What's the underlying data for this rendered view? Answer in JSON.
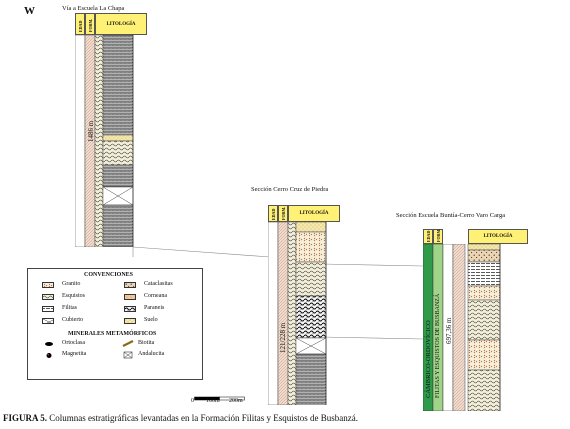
{
  "figure": {
    "orientation_label": "W",
    "caption_label": "FIGURA 5.",
    "caption_text": " Columnas estratigráficas levantadas en la Formación Filitas y Esquistos de Busbanzá."
  },
  "columns": [
    {
      "title": "Vía a Escuela La Chapa",
      "header_cells": [
        "EDAD",
        "FORM.",
        "LITOLOGÍA"
      ],
      "thickness": "1486 m"
    },
    {
      "title": "Sección Cerro Cruz de Piedra",
      "header_cells": [
        "EDAD",
        "FORM.",
        "LITOLOGÍA"
      ],
      "thickness": "121/228 m"
    },
    {
      "title": "Sección Escuela Buntía-Cerro Varo Carga",
      "header_cells": [
        "EDAD",
        "FORM.",
        "LITOLOGÍA"
      ],
      "thickness": "697,36 m",
      "age_label": "CÁMBRICO-ORDOVÍCICO",
      "formation_label": "FILITAS Y ESQUISTOS DE BUSBANZÁ"
    }
  ],
  "legend": {
    "title": "CONVENCIONES",
    "items": [
      {
        "label": "Granito",
        "icon": "granite-pattern-icon"
      },
      {
        "label": "Esquistos",
        "icon": "schist-pattern-icon"
      },
      {
        "label": "Filitas",
        "icon": "phyllite-pattern-icon"
      },
      {
        "label": "Cubierto",
        "icon": "covered-pattern-icon"
      },
      {
        "label": "Cataclasitas",
        "icon": "cataclasite-pattern-icon"
      },
      {
        "label": "Corneana",
        "icon": "hornfels-pattern-icon"
      },
      {
        "label": "Paraneis",
        "icon": "paragneiss-pattern-icon"
      },
      {
        "label": "Suelo",
        "icon": "soil-pattern-icon"
      }
    ],
    "minerals_title": "MINERALES METAMÓRFICOS",
    "minerals": [
      {
        "label": "Ortoclasa",
        "icon": "orthoclase-symbol-icon"
      },
      {
        "label": "Biotita",
        "icon": "biotite-symbol-icon"
      },
      {
        "label": "Magnetita",
        "icon": "magnetite-symbol-icon"
      },
      {
        "label": "Andalucita",
        "icon": "andalusite-symbol-icon"
      }
    ]
  },
  "scale_bar": {
    "start": "0",
    "mid": "100m",
    "end": "200m"
  }
}
